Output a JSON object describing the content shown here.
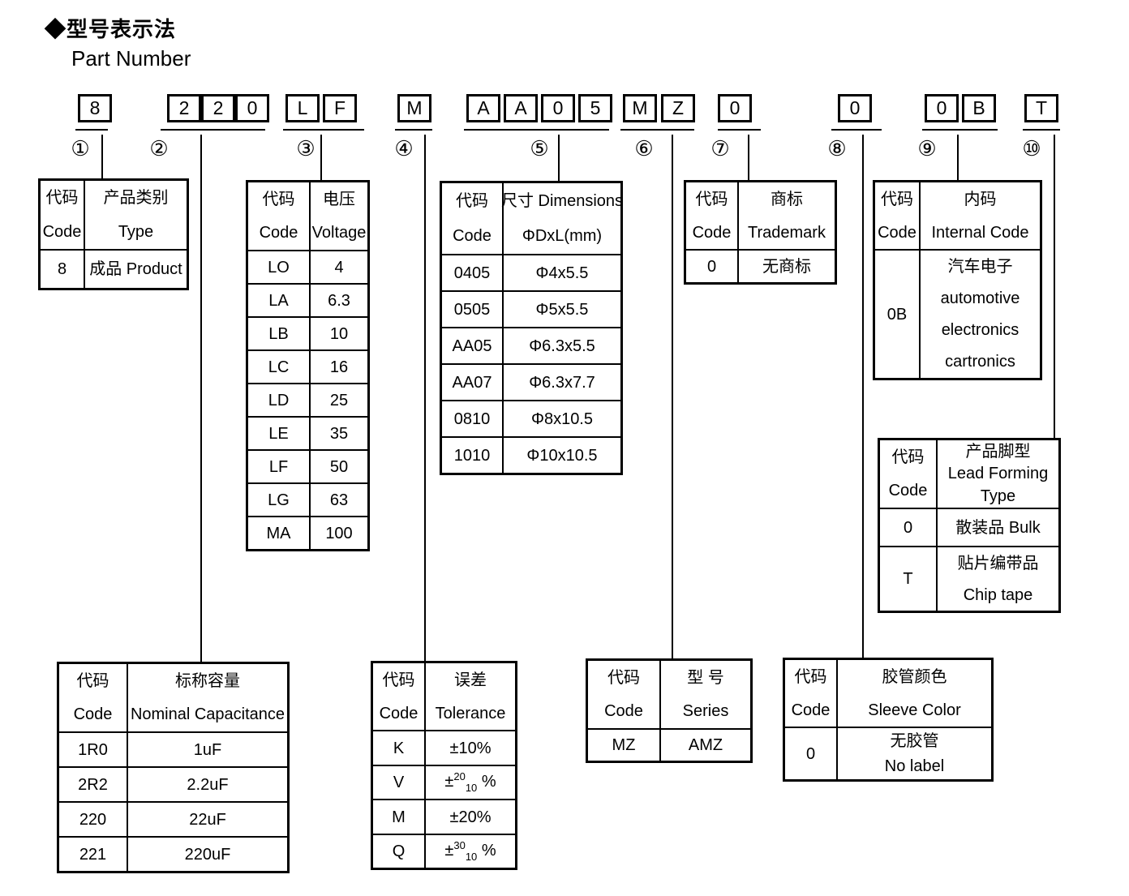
{
  "title": {
    "cn": "◆型号表示法",
    "en": "Part Number"
  },
  "part_number": {
    "groups": [
      {
        "id": "1",
        "circle": "①",
        "boxes": [
          "8"
        ]
      },
      {
        "id": "2",
        "circle": "②",
        "boxes": [
          "2",
          "2",
          "0"
        ]
      },
      {
        "id": "3",
        "circle": "③",
        "boxes": [
          "L",
          "F"
        ]
      },
      {
        "id": "4",
        "circle": "④",
        "boxes": [
          "M"
        ]
      },
      {
        "id": "5",
        "circle": "⑤",
        "boxes": [
          "A",
          "A",
          "0",
          "5"
        ]
      },
      {
        "id": "6",
        "circle": "⑥",
        "boxes": [
          "M",
          "Z"
        ]
      },
      {
        "id": "7",
        "circle": "⑦",
        "boxes": [
          "0"
        ]
      },
      {
        "id": "8",
        "circle": "⑧",
        "boxes": [
          "0"
        ]
      },
      {
        "id": "9",
        "circle": "⑨",
        "boxes": [
          "0",
          "B"
        ]
      },
      {
        "id": "10",
        "circle": "⑩",
        "boxes": [
          "T"
        ]
      }
    ]
  },
  "tables": {
    "product_type": {
      "header": [
        [
          "代码",
          "Code"
        ],
        [
          "产品类别",
          "Type"
        ]
      ],
      "rows": [
        [
          "8",
          "成品 Product"
        ]
      ]
    },
    "voltage": {
      "header": [
        [
          "代码",
          "Code"
        ],
        [
          "电压",
          "Voltage"
        ]
      ],
      "rows": [
        [
          "LO",
          "4"
        ],
        [
          "LA",
          "6.3"
        ],
        [
          "LB",
          "10"
        ],
        [
          "LC",
          "16"
        ],
        [
          "LD",
          "25"
        ],
        [
          "LE",
          "35"
        ],
        [
          "LF",
          "50"
        ],
        [
          "LG",
          "63"
        ],
        [
          "MA",
          "100"
        ]
      ]
    },
    "dimensions": {
      "header": [
        [
          "代码",
          "Code"
        ],
        [
          "尺寸 Dimensions",
          "ΦDxL(mm)"
        ]
      ],
      "rows": [
        [
          "0405",
          "Φ4x5.5"
        ],
        [
          "0505",
          "Φ5x5.5"
        ],
        [
          "AA05",
          "Φ6.3x5.5"
        ],
        [
          "AA07",
          "Φ6.3x7.7"
        ],
        [
          "0810",
          "Φ8x10.5"
        ],
        [
          "1010",
          "Φ10x10.5"
        ]
      ]
    },
    "trademark": {
      "header": [
        [
          "代码",
          "Code"
        ],
        [
          "商标",
          "Trademark"
        ]
      ],
      "rows": [
        [
          "0",
          "无商标"
        ]
      ]
    },
    "internal_code": {
      "header": [
        [
          "代码",
          "Code"
        ],
        [
          "内码",
          "Internal Code"
        ]
      ],
      "rows": [
        [
          "0B",
          [
            "汽车电子",
            "automotive",
            "electronics",
            "cartronics"
          ]
        ]
      ]
    },
    "lead_forming": {
      "header": [
        [
          "代码",
          "Code"
        ],
        [
          "产品脚型",
          "Lead Forming",
          "Type"
        ]
      ],
      "rows": [
        [
          "0",
          "散装品 Bulk"
        ],
        [
          "T",
          [
            "贴片编带品",
            "Chip tape"
          ]
        ]
      ]
    },
    "capacitance": {
      "header": [
        [
          "代码",
          "Code"
        ],
        [
          "标称容量",
          "Nominal Capacitance"
        ]
      ],
      "rows": [
        [
          "1R0",
          "1uF"
        ],
        [
          "2R2",
          "2.2uF"
        ],
        [
          "220",
          "22uF"
        ],
        [
          "221",
          "220uF"
        ]
      ]
    },
    "tolerance": {
      "header": [
        [
          "代码",
          "Code"
        ],
        [
          "误差",
          "Tolerance"
        ]
      ],
      "rows": [
        [
          "K",
          "±10%"
        ],
        [
          "V",
          {
            "pre": "±",
            "sup": "20",
            "sub": "10",
            "post": " %"
          }
        ],
        [
          "M",
          "±20%"
        ],
        [
          "Q",
          {
            "pre": "±",
            "sup": "30",
            "sub": "10",
            "post": " %"
          }
        ]
      ]
    },
    "series": {
      "header": [
        [
          "代码",
          "Code"
        ],
        [
          "型 号",
          "Series"
        ]
      ],
      "rows": [
        [
          "MZ",
          "AMZ"
        ]
      ]
    },
    "sleeve": {
      "header": [
        [
          "代码",
          "Code"
        ],
        [
          "胶管颜色",
          "Sleeve Color"
        ]
      ],
      "rows": [
        [
          "0",
          [
            "无胶管",
            "No label"
          ]
        ]
      ]
    }
  }
}
